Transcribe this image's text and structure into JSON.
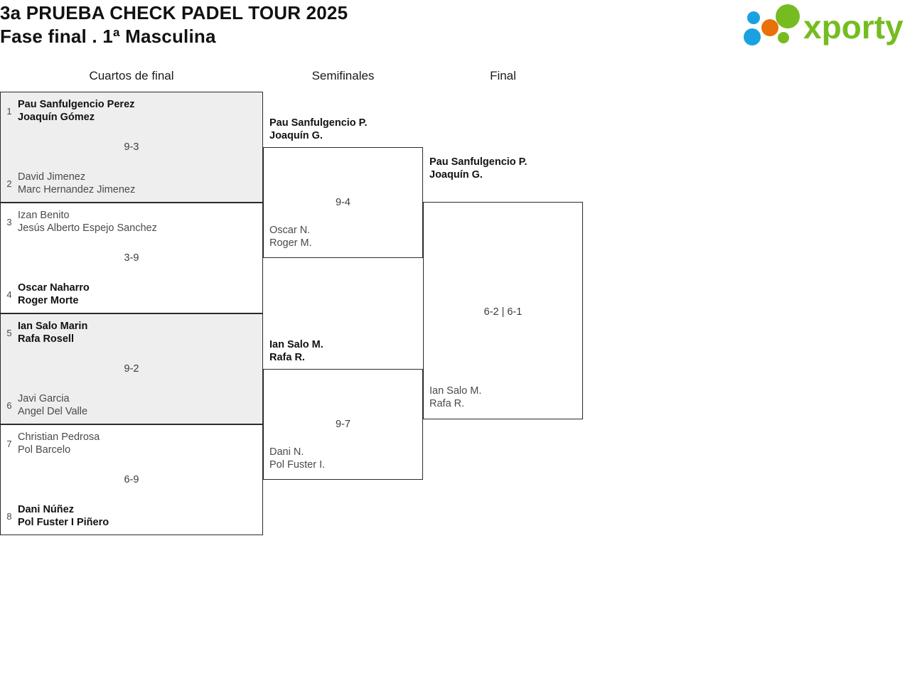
{
  "header": {
    "title_line1": "3a PRUEBA CHECK PADEL TOUR 2025",
    "title_line2": "Fase final . 1ª Masculina",
    "logo_text": "xporty",
    "logo_colors": {
      "green": "#76bc21",
      "blue": "#1ba1e2",
      "orange": "#e8710a"
    }
  },
  "bracket": {
    "rounds": [
      {
        "id": "quarterfinals",
        "label": "Cuartos de final"
      },
      {
        "id": "semifinals",
        "label": "Semifinales"
      },
      {
        "id": "final",
        "label": "Final"
      }
    ],
    "quarterfinals": [
      {
        "score": "9-3",
        "shaded": true,
        "top": {
          "seed": "1",
          "player1": "Pau Sanfulgencio Perez",
          "player2": "Joaquín Gómez",
          "winner": true
        },
        "bottom": {
          "seed": "2",
          "player1": "David Jimenez",
          "player2": "Marc Hernandez Jimenez",
          "winner": false
        }
      },
      {
        "score": "3-9",
        "shaded": false,
        "top": {
          "seed": "3",
          "player1": "Izan Benito",
          "player2": "Jesús Alberto Espejo Sanchez",
          "winner": false
        },
        "bottom": {
          "seed": "4",
          "player1": "Oscar Naharro",
          "player2": "Roger Morte",
          "winner": true
        }
      },
      {
        "score": "9-2",
        "shaded": true,
        "top": {
          "seed": "5",
          "player1": "Ian Salo Marin",
          "player2": "Rafa Rosell",
          "winner": true
        },
        "bottom": {
          "seed": "6",
          "player1": "Javi Garcia",
          "player2": "Angel Del Valle",
          "winner": false
        }
      },
      {
        "score": "6-9",
        "shaded": false,
        "top": {
          "seed": "7",
          "player1": "Christian Pedrosa",
          "player2": "Pol Barcelo",
          "winner": false
        },
        "bottom": {
          "seed": "8",
          "player1": "Dani Núñez",
          "player2": "Pol Fuster I Piñero",
          "winner": true
        }
      }
    ],
    "semifinals": [
      {
        "score": "9-4",
        "top": {
          "player1": "Pau Sanfulgencio P.",
          "player2": "Joaquín G.",
          "winner": true
        },
        "bottom": {
          "player1": "Oscar N.",
          "player2": "Roger M.",
          "winner": false
        }
      },
      {
        "score": "9-7",
        "top": {
          "player1": "Ian Salo M.",
          "player2": "Rafa R.",
          "winner": true
        },
        "bottom": {
          "player1": "Dani N.",
          "player2": "Pol Fuster I.",
          "winner": false
        }
      }
    ],
    "final": [
      {
        "score": "6-2 | 6-1",
        "top": {
          "player1": "Pau Sanfulgencio P.",
          "player2": "Joaquín G.",
          "winner": true
        },
        "bottom": {
          "player1": "Ian Salo M.",
          "player2": "Rafa R.",
          "winner": false
        }
      }
    ]
  }
}
